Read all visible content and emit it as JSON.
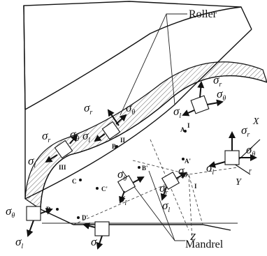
{
  "labels": {
    "roller": "Roller",
    "mandrel": "Mandrel"
  },
  "axes": {
    "x": "X",
    "y": "Y",
    "z": "Z",
    "r": "r"
  },
  "points": {
    "A": "A",
    "A_prime": "A'",
    "B": "B",
    "B_prime": "B'",
    "C": "C",
    "C_prime": "C'",
    "D": "D",
    "D_prime": "D'",
    "region_I_a": "I",
    "region_I_b": "I",
    "region_II": "II",
    "region_III": "III"
  },
  "symbols": {
    "sigma": "σ",
    "sub_r": "r",
    "sub_theta": "θ",
    "sub_l": "l"
  }
}
